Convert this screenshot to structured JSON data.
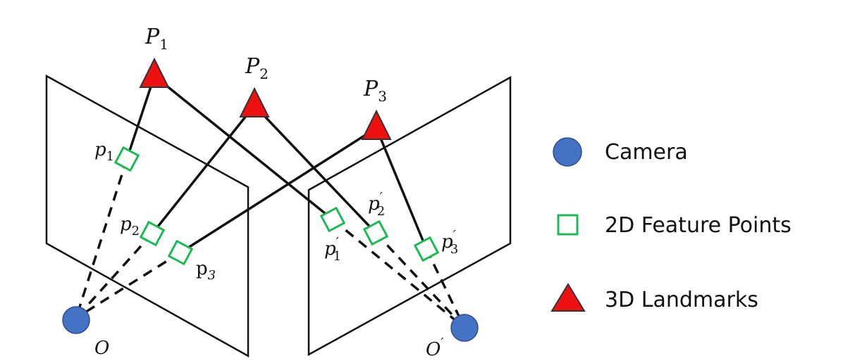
{
  "colors": {
    "camera": "#4472c4",
    "feature": "#1db954",
    "landmark": "#ee1111",
    "line": "#111111"
  },
  "landmarks": [
    {
      "label": "P",
      "sub": "1"
    },
    {
      "label": "P",
      "sub": "2"
    },
    {
      "label": "P",
      "sub": "3"
    }
  ],
  "left_points": [
    {
      "label": "p",
      "sub": "1"
    },
    {
      "label": "p",
      "sub": "2"
    },
    {
      "label": "p",
      "sub": "3"
    }
  ],
  "right_points": [
    {
      "label": "p",
      "sub": "1",
      "prime": "′"
    },
    {
      "label": "p",
      "sub": "2",
      "prime": "′"
    },
    {
      "label": "p",
      "sub": "3",
      "prime": "′"
    }
  ],
  "cameras": {
    "left": "O",
    "right": "O",
    "right_prime": "′"
  },
  "legend": [
    {
      "icon": "camera-icon",
      "label": "Camera"
    },
    {
      "icon": "feature-square-icon",
      "label": "2D Feature Points"
    },
    {
      "icon": "landmark-triangle-icon",
      "label": "3D Landmarks"
    }
  ]
}
